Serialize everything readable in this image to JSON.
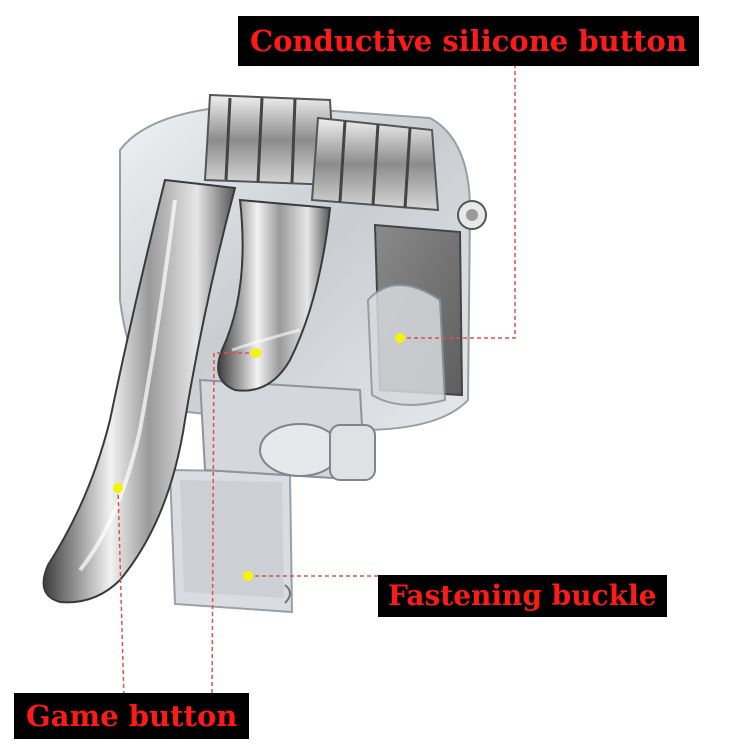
{
  "labels": {
    "conductive_silicone_button": "Conductive silicone button",
    "fastening_buckle": "Fastening buckle",
    "game_button": "Game button"
  },
  "colors": {
    "label_background": "#000000",
    "label_text": "#ff1a1a",
    "leader_line": "#e05050",
    "marker_dot": "#f5f500",
    "metal_dark": "#4a4a4a",
    "metal_light": "#e8e8e8",
    "plastic_clear": "#cfd3d8"
  },
  "icons": {
    "product": "mobile-game-trigger-icon"
  }
}
